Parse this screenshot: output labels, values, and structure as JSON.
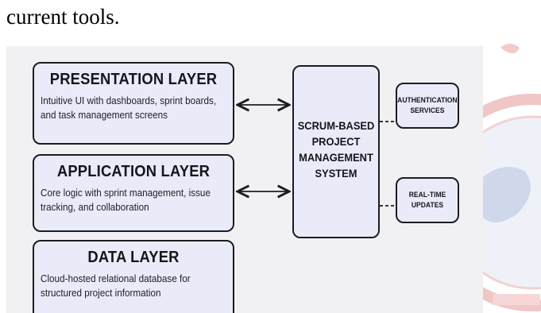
{
  "lead_text": "current tools.",
  "layers": [
    {
      "title": "PRESENTATION LAYER",
      "description": "Intuitive UI with dashboards, sprint boards, and task management screens"
    },
    {
      "title": "APPLICATION LAYER",
      "description": "Core logic with sprint management, issue tracking, and collaboration"
    },
    {
      "title": "DATA LAYER",
      "description": "Cloud-hosted relational database for structured project information"
    }
  ],
  "system": {
    "title": "SCRUM-BASED PROJECT MANAGEMENT SYSTEM"
  },
  "services": [
    {
      "label": "AUTHENTICATION SERVICES"
    },
    {
      "label": "REAL-TIME UPDATES"
    }
  ],
  "colors": {
    "box_fill": "#e9ecf8",
    "box_border": "#1c1c24",
    "panel_bg": "#f1f1f3",
    "watermark": "#e8a7a7"
  }
}
